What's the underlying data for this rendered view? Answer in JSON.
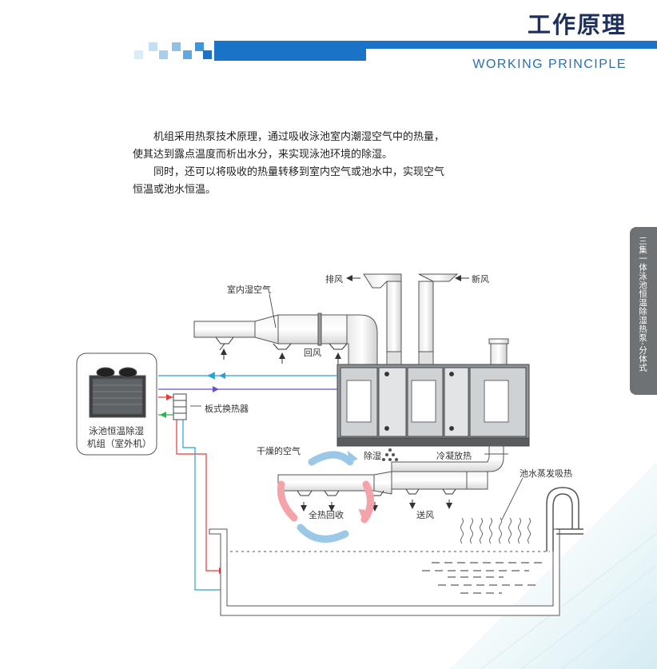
{
  "header": {
    "title": "工作原理",
    "subtitle": "WORKING  PRINCIPLE"
  },
  "intro": {
    "para1": "机组采用热泵技术原理，通过吸收泳池室内潮湿空气中的热量，",
    "para1b": "使其达到露点温度而析出水分，来实现泳池环境的除湿。",
    "para2": "同时，还可以将吸收的热量转移到室内空气或池水中，实现空气",
    "para2b": "恒温或池水恒温。"
  },
  "side_tab": {
    "label": "三集一体泳池恒温除湿热泵-分体式"
  },
  "diagram": {
    "exhaust": "排风",
    "fresh_air": "新风",
    "indoor_humid_air": "室内湿空气",
    "return_air": "回风",
    "plate_exchanger": "板式换热器",
    "outdoor_unit_line1": "泳池恒温除湿",
    "outdoor_unit_line2": "机组（室外机）",
    "dry_air": "干燥的空气",
    "dehumidify": "除湿",
    "condensation": "冷凝放热",
    "heat_recovery": "全热回收",
    "supply_air": "送风",
    "pool_evaporation": "池水蒸发吸热"
  },
  "colors": {
    "brand_blue": "#1a73c7",
    "title_navy": "#1d2f5c",
    "pipe_red": "#e53a3a",
    "pipe_cyan": "#2a9fd6",
    "pipe_purple": "#6a4fc9",
    "pipe_green": "#2bb24c"
  }
}
